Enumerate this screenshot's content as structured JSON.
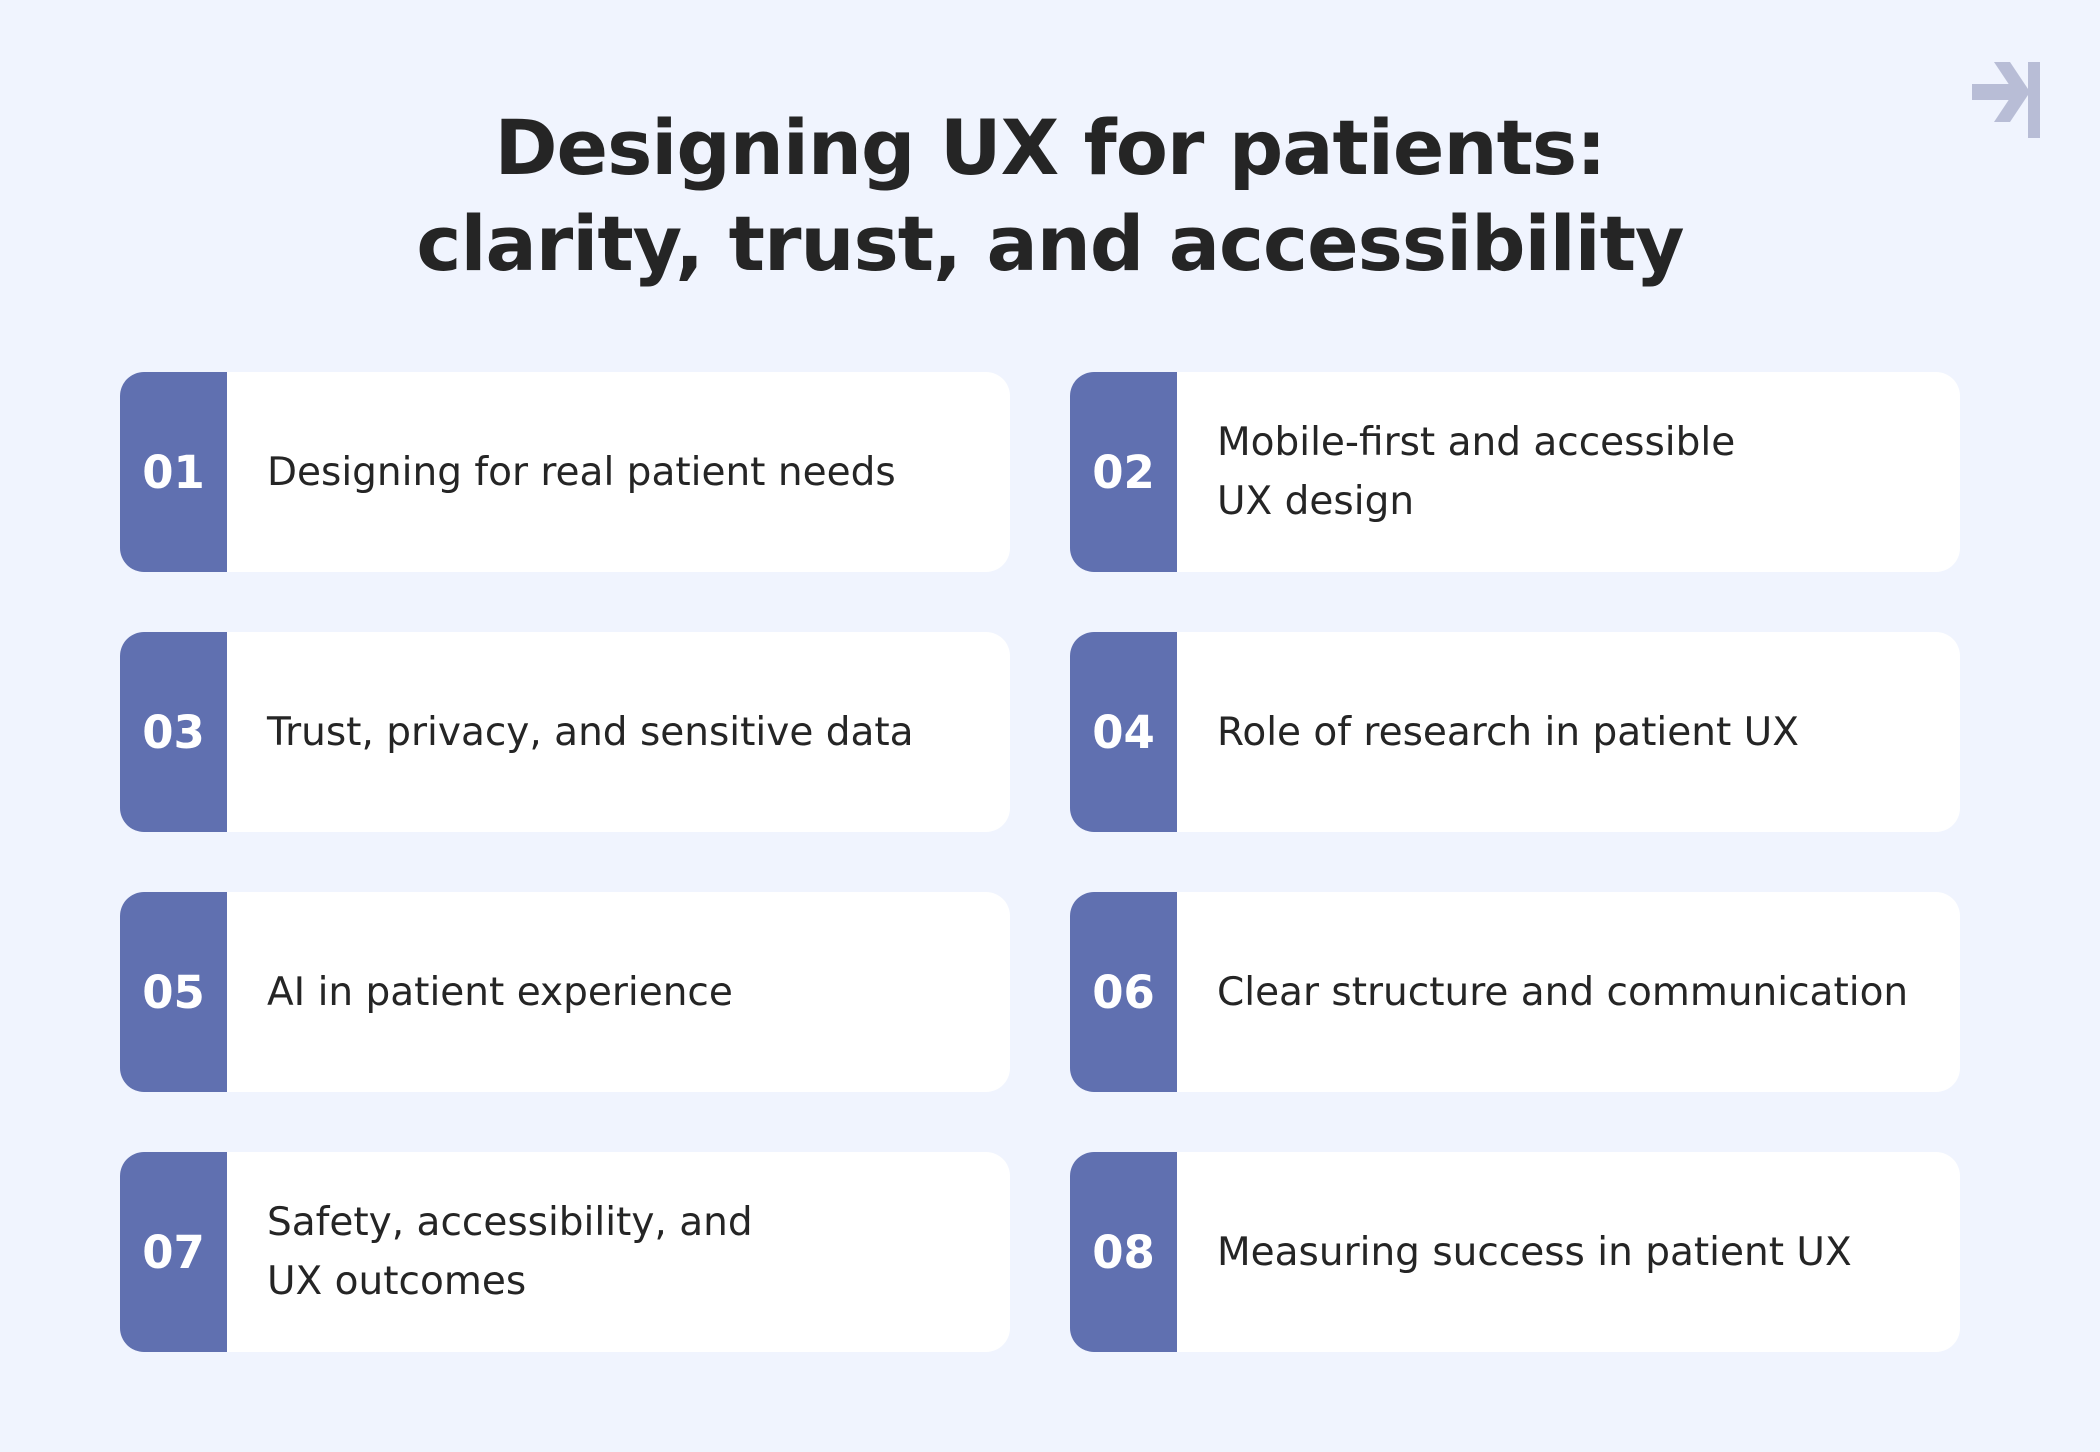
{
  "header": {
    "title_line1": "Designing UX for patients:",
    "title_line2": "clarity, trust, and accessibility"
  },
  "logo": {
    "icon": "arrow-right-to-bar-icon",
    "color": "#b8bdd6"
  },
  "colors": {
    "background": "#f0f4fe",
    "accent": "#6070b0",
    "card": "#ffffff",
    "text": "#252525"
  },
  "items": [
    {
      "number": "01",
      "label": "Designing for real patient needs"
    },
    {
      "number": "02",
      "label": "Mobile-first and accessible\nUX design"
    },
    {
      "number": "03",
      "label": "Trust, privacy, and sensitive data"
    },
    {
      "number": "04",
      "label": "Role of research in patient UX"
    },
    {
      "number": "05",
      "label": "AI in patient experience"
    },
    {
      "number": "06",
      "label": "Clear structure and communication"
    },
    {
      "number": "07",
      "label": "Safety, accessibility, and\nUX outcomes"
    },
    {
      "number": "08",
      "label": "Measuring success in patient UX"
    }
  ]
}
